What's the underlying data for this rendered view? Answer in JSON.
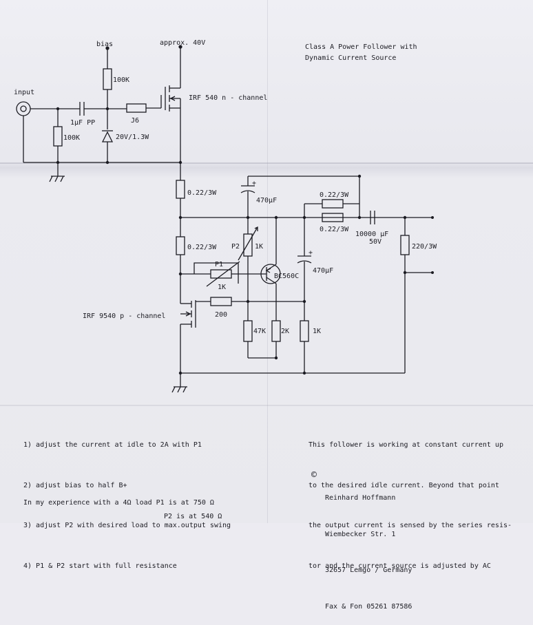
{
  "title": [
    "Class A Power Follower with",
    "Dynamic Current Source"
  ],
  "labels": {
    "input": "input",
    "bias": "bias",
    "supply": "approx. 40V",
    "r_bias": "100K",
    "r_input": "100K",
    "cap_in": "1µF PP",
    "j6": "J6",
    "zener": "20V/1.3W",
    "q_n": "IRF 540 n - channel",
    "r_top": "0.22/3W",
    "r_mid": "0.22/3W",
    "c_470_top": "470µF",
    "c_470_top_plus": "+",
    "r_out_a": "0.22/3W",
    "r_out_b": "0.22/3W",
    "c_out": "10000 µF",
    "c_out_v": "50V",
    "r_load": "220/3W",
    "p2_name": "P2",
    "p2_val": "1K",
    "p1_name": "P1",
    "p1_val": "1K",
    "bc": "BC560C",
    "c_470_mid": "470µF",
    "c_470_mid_plus": "+",
    "q_p": "IRF 9540 p - channel",
    "r_200": "200",
    "r_47k": "47K",
    "r_2k": "2K",
    "r_1k": "1K"
  },
  "steps": [
    "1) adjust the current at idle to 2A with P1",
    "2) adjust bias to half B+",
    "3) adjust P2 with desired load to max.output swing",
    "4) P1 & P2 start with full resistance"
  ],
  "experience": [
    "In my experience with a 4Ω load P1 is at 750 Ω",
    "P2 is at 540 Ω"
  ],
  "description": [
    "This follower is working at constant current up",
    "to the desired idle current. Beyond that point",
    "the output current is sensed by the series resis-",
    "tor and the current source is adjusted by AC"
  ],
  "author": {
    "copyright": "©",
    "name": "Reinhard Hoffmann",
    "street": "Wiembecker Str. 1",
    "city": "32657 Lemgo / Germany",
    "phone": "Fax & Fon 05261 87586"
  }
}
